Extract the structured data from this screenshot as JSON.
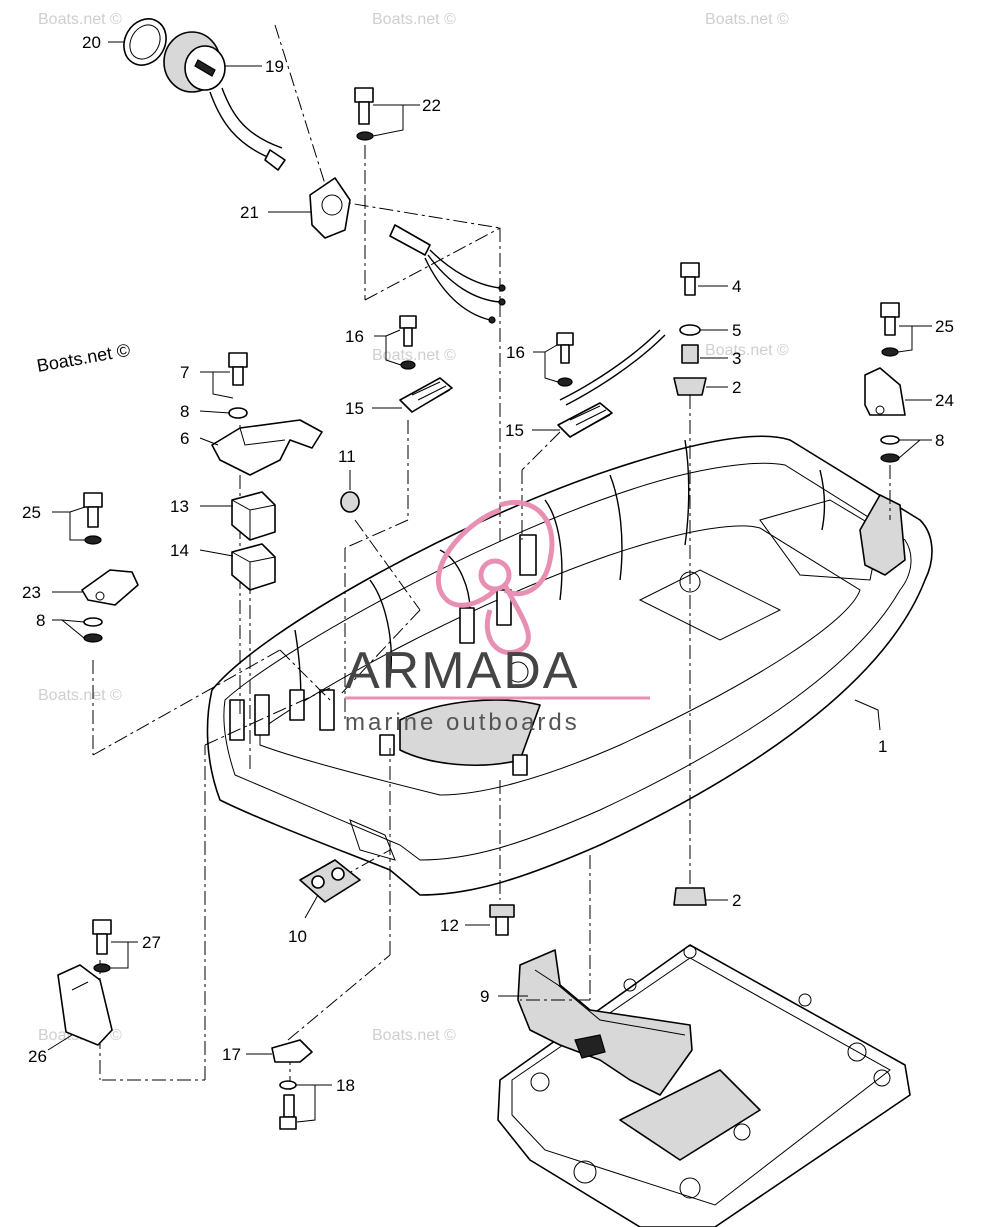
{
  "watermark": {
    "tile_text": "Boats.net ©",
    "main_text": "Boats.net ©"
  },
  "logo": {
    "title": "ARMADA",
    "subtitle": "marine outboards",
    "accent_color": "#e88fb4",
    "text_color": "#444444"
  },
  "callouts": [
    "1",
    "2",
    "2",
    "3",
    "4",
    "5",
    "6",
    "7",
    "8",
    "8",
    "8",
    "9",
    "10",
    "11",
    "12",
    "13",
    "14",
    "15",
    "15",
    "16",
    "16",
    "17",
    "18",
    "19",
    "20",
    "21",
    "22",
    "23",
    "24",
    "25",
    "25",
    "26",
    "27"
  ]
}
